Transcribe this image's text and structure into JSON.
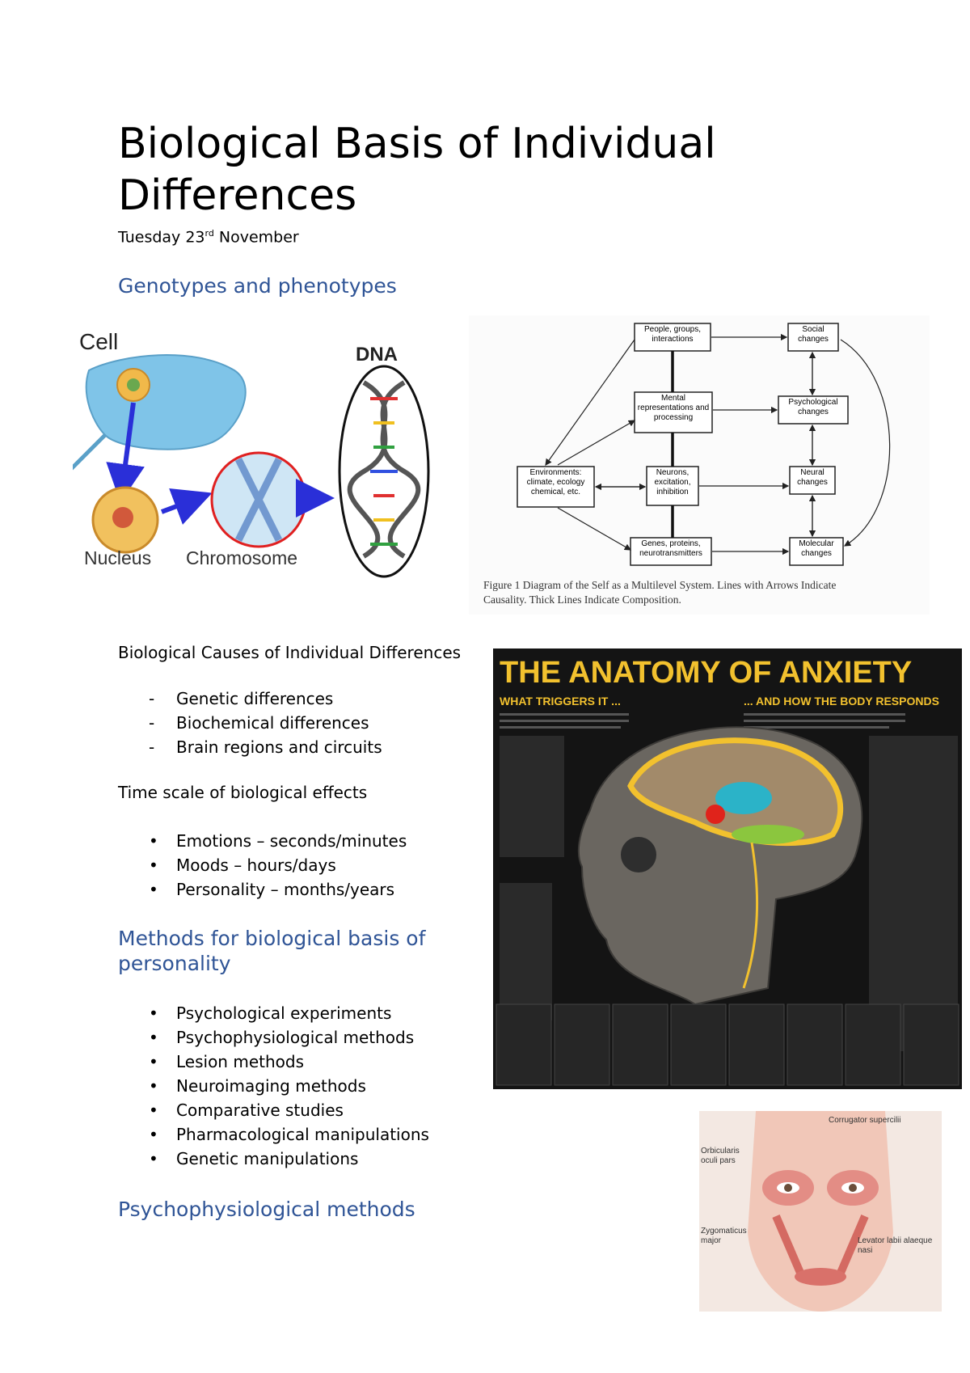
{
  "document": {
    "title": "Biological Basis of Individual Differences",
    "date_prefix": "Tuesday 23",
    "date_sup": "rd",
    "date_suffix": " November"
  },
  "sections": {
    "genotypes": "Genotypes and phenotypes",
    "methods": "Methods for biological basis of personality",
    "psychophys": "Psychophysiological methods"
  },
  "causes": {
    "heading": "Biological Causes of Individual Differences",
    "items": [
      "Genetic differences",
      "Biochemical differences",
      "Brain regions and circuits"
    ]
  },
  "timescale": {
    "heading": "Time scale of biological effects",
    "items": [
      "Emotions – seconds/minutes",
      "Moods – hours/days",
      "Personality – months/years"
    ]
  },
  "methods_list": [
    "Psychological experiments",
    "Psychophysiological methods",
    "Lesion methods",
    "Neuroimaging methods",
    "Comparative studies",
    "Pharmacological manipulations",
    "Genetic manipulations"
  ],
  "cell_figure": {
    "labels": {
      "cell": "Cell",
      "dna": "DNA",
      "nucleus": "Nucleus",
      "chromosome": "Chromosome"
    }
  },
  "self_diagram": {
    "boxes": {
      "people": "People, groups, interactions",
      "social": "Social changes",
      "mental": "Mental representations and processing",
      "psych": "Psychological changes",
      "env": "Environments: climate, ecology chemical, etc.",
      "neurons": "Neurons, excitation, inhibition",
      "neural": "Neural changes",
      "genes": "Genes, proteins, neurotransmitters",
      "molecular": "Molecular changes"
    },
    "caption_line1": "Figure 1 Diagram of the Self as a Multilevel System. Lines with Arrows Indicate",
    "caption_line2": "Causality. Thick Lines Indicate Composition."
  },
  "anxiety_poster": {
    "title": "THE ANATOMY OF  ANXIETY",
    "left_sub": "WHAT TRIGGERS IT ...",
    "right_sub": "... AND HOW THE BODY RESPONDS"
  },
  "face_figure": {
    "labels": {
      "corrugator": "Corrugator supercilii",
      "orbicularis": "Orbicularis oculi pars",
      "zygomaticus": "Zygomaticus major",
      "levator": "Levator labii alaeque nasi"
    }
  },
  "colors": {
    "heading_blue": "#2f5496",
    "poster_yellow": "#f2c12e",
    "arrow_blue": "#2a2fd8"
  }
}
